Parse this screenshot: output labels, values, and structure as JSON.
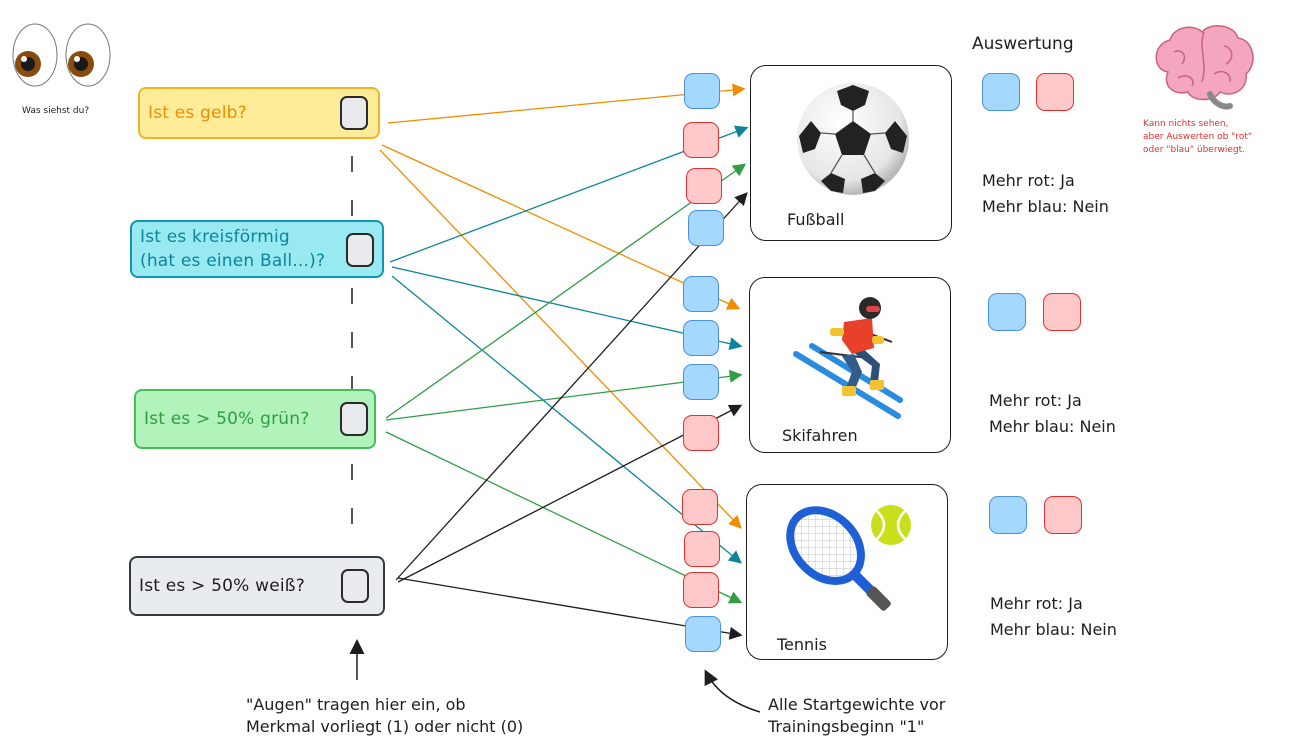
{
  "eyes": {
    "caption": "Was siehst du?"
  },
  "questions": [
    {
      "label": "Ist es gelb?",
      "bg": "#ffec99",
      "border": "#f0b429",
      "color": "#f08c00"
    },
    {
      "label_line1": "Ist es kreisförmig",
      "label_line2": "(hat es einen Ball...)?",
      "bg": "#99e9f2",
      "border": "#1098ad",
      "color": "#0c8599"
    },
    {
      "label": "Ist es > 50% grün?",
      "bg": "#b2f2bb",
      "border": "#40c057",
      "color": "#2f9e44"
    },
    {
      "label": "Ist es > 50% weiß?",
      "bg": "#e9ecef",
      "border": "#343a40",
      "color": "#1e1e1e"
    }
  ],
  "sports": [
    {
      "label": "Fußball",
      "icon": "soccer-ball-icon"
    },
    {
      "label": "Skifahren",
      "icon": "skier-icon"
    },
    {
      "label": "Tennis",
      "icon": "tennis-racket-ball-icon"
    }
  ],
  "evaluation": {
    "title": "Auswertung",
    "results": [
      {
        "rot": "Mehr rot: Ja",
        "blau": "Mehr blau: Nein"
      },
      {
        "rot": "Mehr rot: Ja",
        "blau": "Mehr blau: Nein"
      },
      {
        "rot": "Mehr rot: Ja",
        "blau": "Mehr blau: Nein"
      }
    ]
  },
  "brain": {
    "icon": "brain-icon",
    "note_line1": "Kann nichts sehen,",
    "note_line2": "aber Auswerten ob \"rot\"",
    "note_line3": "oder \"blau\" überwiegt."
  },
  "notes": {
    "eyes_line1": "\"Augen\" tragen hier ein, ob",
    "eyes_line2": "Merkmal vorliegt (1) oder nicht (0)",
    "weights_line1": "Alle Startgewichte vor",
    "weights_line2": "Trainingsbeginn \"1\""
  },
  "colors": {
    "weight_blue": "#a5d8ff",
    "weight_red": "#ffc9c9",
    "line_orange": "#f08c00",
    "line_teal": "#0c8599",
    "line_green": "#2f9e44",
    "line_black": "#1e1e1e",
    "brain_note": "#e03131"
  }
}
